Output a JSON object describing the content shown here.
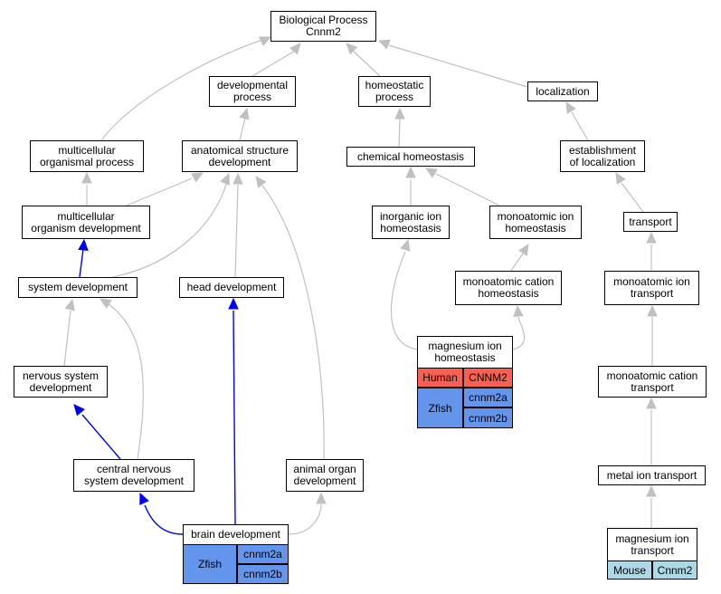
{
  "colors": {
    "edge_gray": "#c0c0c0",
    "edge_blue": "#0000ff",
    "human": "#fa6050",
    "zfish": "#6495ed",
    "mouse": "#add8e6"
  },
  "nodes": {
    "root": "Biological Process\nCnnm2",
    "developmental_process": "developmental\nprocess",
    "homeostatic_process": "homeostatic\nprocess",
    "localization": "localization",
    "multicellular_organismal_process": "multicellular\norganismal process",
    "anatomical_structure_development": "anatomical structure\ndevelopment",
    "chemical_homeostasis": "chemical homeostasis",
    "establishment_of_localization": "establishment\nof localization",
    "multicellular_organism_development": "multicellular\norganism development",
    "inorganic_ion_homeostasis": "inorganic ion\nhomeostasis",
    "monoatomic_ion_homeostasis": "monoatomic ion\nhomeostasis",
    "transport": "transport",
    "system_development": "system development",
    "head_development": "head development",
    "monoatomic_cation_homeostasis": "monoatomic cation\nhomeostasis",
    "monoatomic_ion_transport": "monoatomic ion\ntransport",
    "nervous_system_development": "nervous system\ndevelopment",
    "monoatomic_cation_transport": "monoatomic cation\ntransport",
    "central_nervous_system_development": "central nervous\nsystem development",
    "animal_organ_development": "animal organ\ndevelopment",
    "metal_ion_transport": "metal ion transport"
  },
  "tables": {
    "magnesium_ion_homeostasis": {
      "title": "magnesium ion\nhomeostasis",
      "human_label": "Human",
      "human_gene": "CNNM2",
      "zfish_label": "Zfish",
      "zfish_gene_1": "cnnm2a",
      "zfish_gene_2": "cnnm2b"
    },
    "brain_development": {
      "title": "brain development",
      "zfish_label": "Zfish",
      "zfish_gene_1": "cnnm2a",
      "zfish_gene_2": "cnnm2b"
    },
    "magnesium_ion_transport": {
      "title": "magnesium ion\ntransport",
      "mouse_label": "Mouse",
      "mouse_gene": "Cnnm2"
    }
  }
}
